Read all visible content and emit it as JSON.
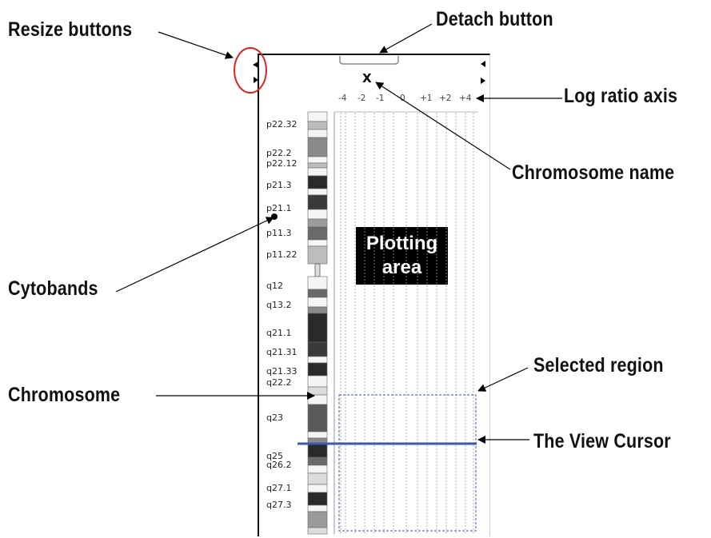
{
  "callouts": {
    "resize_buttons": "Resize buttons",
    "detach_button": "Detach button",
    "log_ratio_axis": "Log ratio axis",
    "chromosome_name": "Chromosome name",
    "cytobands": "Cytobands",
    "plotting_area": "Plotting area",
    "chromosome": "Chromosome",
    "selected_region": "Selected region",
    "view_cursor": "The View Cursor"
  },
  "panel": {
    "chromosome_name": "X",
    "axis_ticks": [
      "-4",
      "-2",
      "-1",
      "0",
      "+1",
      "+2",
      "+4"
    ],
    "cytobands": [
      "p22.32",
      "p22.2",
      "p22.12",
      "p21.3",
      "p21.1",
      "p11.3",
      "p11.22",
      "q12",
      "q13.2",
      "q21.1",
      "q21.31",
      "q21.33",
      "q22.2",
      "q23",
      "q25",
      "q26.2",
      "q27.1",
      "q27.3"
    ]
  },
  "colors": {
    "cursor": "#3a5ab0",
    "selection": "#5a78c0",
    "highlight_circle": "#e02020"
  }
}
